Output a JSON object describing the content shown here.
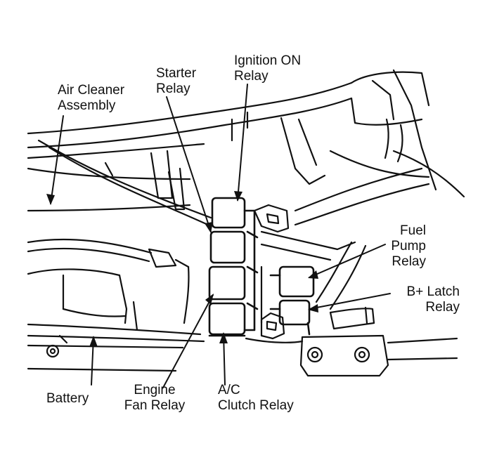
{
  "labels": {
    "air_cleaner": {
      "line1": "Air Cleaner",
      "line2": "Assembly"
    },
    "starter_relay": {
      "line1": "Starter",
      "line2": "Relay"
    },
    "ignition_on_relay": {
      "line1": "Ignition ON",
      "line2": "Relay"
    },
    "fuel_pump_relay": {
      "line1": "Fuel",
      "line2": "Pump",
      "line3": "Relay"
    },
    "b_latch_relay": {
      "line1": "B+ Latch",
      "line2": "Relay"
    },
    "battery": {
      "line1": "Battery"
    },
    "engine_fan_relay": {
      "line1": "Engine",
      "line2": "Fan Relay"
    },
    "ac_clutch_relay": {
      "line1": "A/C",
      "line2": "Clutch Relay"
    }
  },
  "colors": {
    "ink": "#111111",
    "paper": "#ffffff"
  }
}
